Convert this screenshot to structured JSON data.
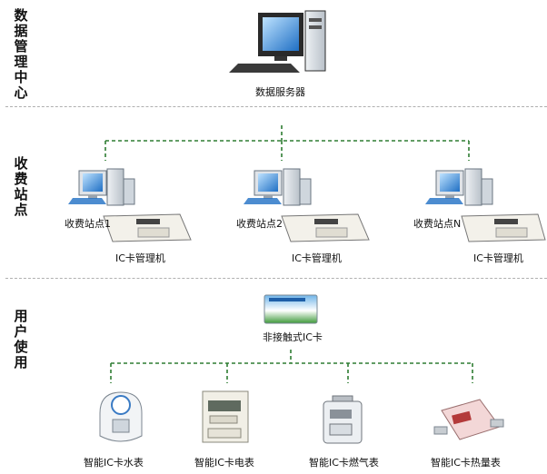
{
  "layers": {
    "data_center": [
      "数",
      "据",
      "管",
      "理",
      "中",
      "心"
    ],
    "charging": [
      "收",
      "费",
      "站",
      "点"
    ],
    "user": [
      "用",
      "户",
      "使",
      "用"
    ]
  },
  "server": {
    "label": "数据服务器",
    "icon": "desktop-computer-icon"
  },
  "stations": [
    {
      "name": "收费站点1",
      "device": "IC卡管理机"
    },
    {
      "name": "收费站点2",
      "device": "IC卡管理机"
    },
    {
      "name": "收费站点N",
      "device": "IC卡管理机"
    }
  ],
  "card": {
    "label": "非接触式IC卡",
    "icon": "ic-card-icon"
  },
  "meters": [
    {
      "label": "智能IC卡水表",
      "icon": "water-meter-icon"
    },
    {
      "label": "智能IC卡电表",
      "icon": "electric-meter-icon"
    },
    {
      "label": "智能IC卡燃气表",
      "icon": "gas-meter-icon"
    },
    {
      "label": "智能IC卡热量表",
      "icon": "heat-meter-icon"
    }
  ],
  "colors": {
    "link": "#2e7d32",
    "separator": "#b0b0b0"
  }
}
